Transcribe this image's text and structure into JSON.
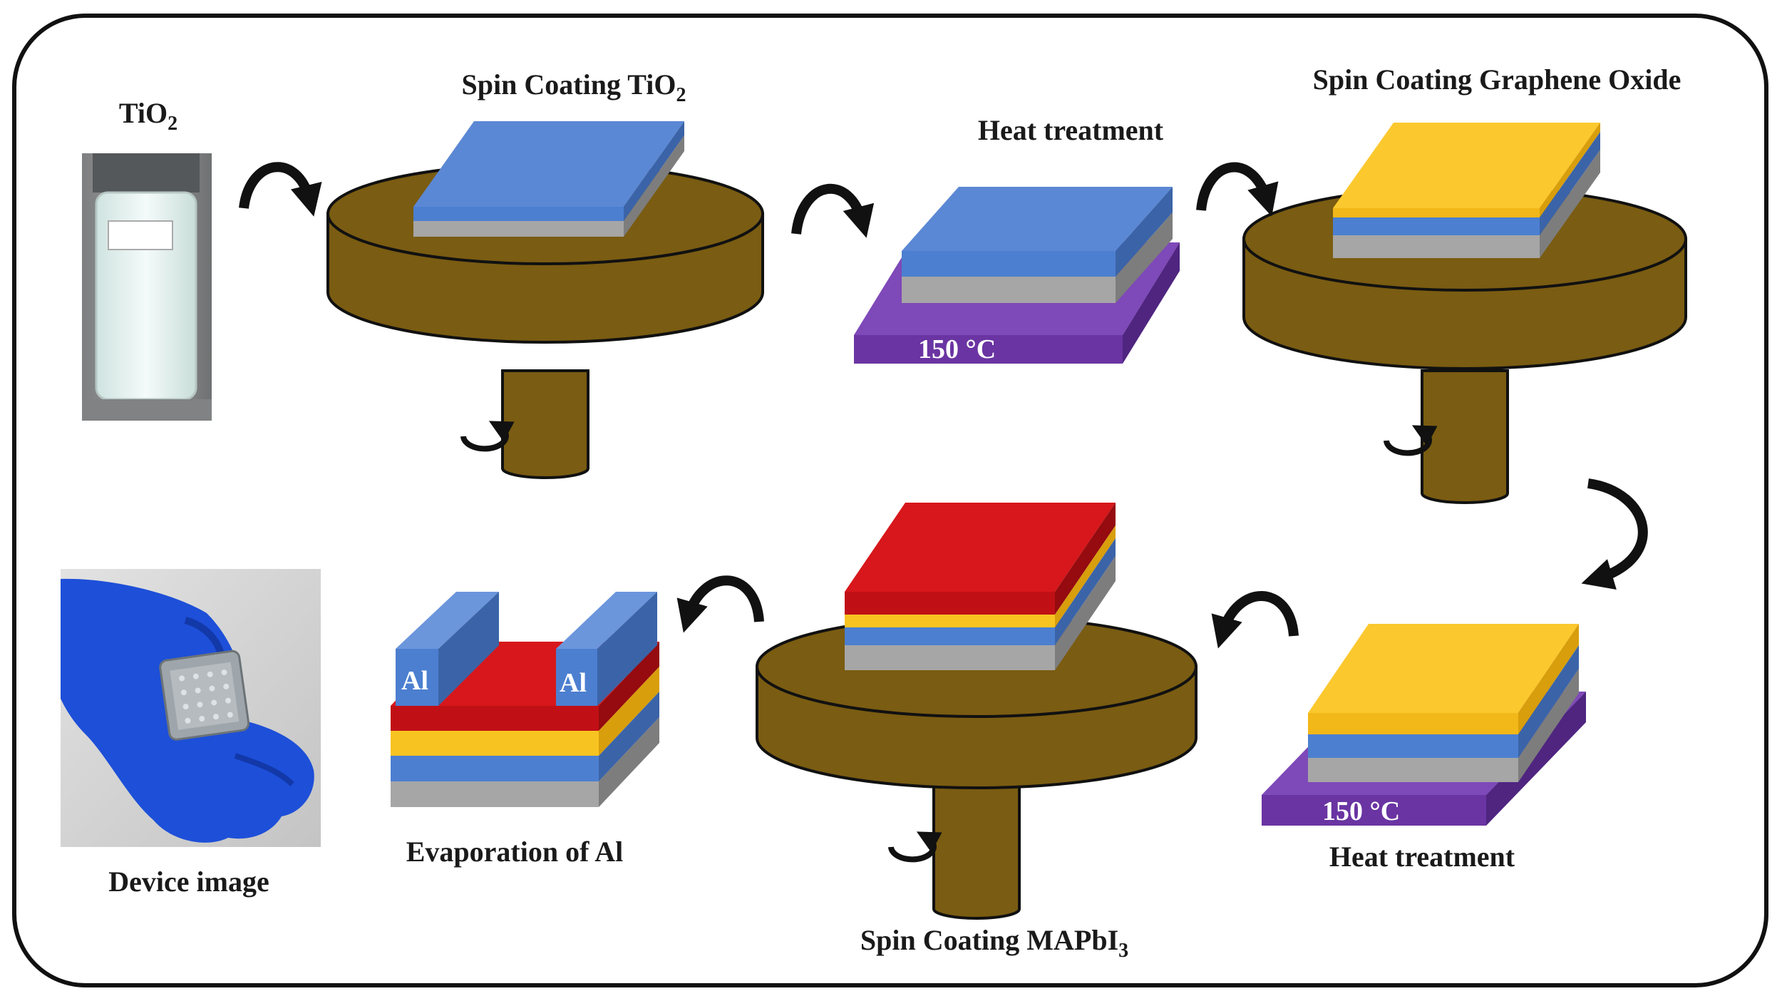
{
  "labels": {
    "tio2": "TiO",
    "tio2_sub": "2",
    "spin_tio2": "Spin Coating TiO",
    "spin_tio2_sub": "2",
    "heat_1": "Heat treatment",
    "spin_go": "Spin Coating Graphene Oxide",
    "heat_2": "Heat treatment",
    "spin_mapbi": "Spin Coating MAPbI",
    "spin_mapbi_sub": "3",
    "evap": "Evaporation of Al",
    "device": "Device image",
    "temp_1": "150 °C",
    "temp_2": "150 °C",
    "al_left": "Al",
    "al_right": "Al"
  },
  "colors": {
    "spin_platform": "#7a5c12",
    "hot_plate": "#6a34a2",
    "glass": "#a6a6a6",
    "tio2": "#4c7fd0",
    "graphene_oxide": "#f7c321",
    "mapbi3": "#d7171b",
    "aluminum": "#4c7fd0",
    "glove": "#1d4fd8",
    "arrow": "#111111",
    "frame": "#111111"
  },
  "icons": {
    "process_arrow": "curved-arrow-icon",
    "rotation": "rotation-arrow-icon",
    "vial_photo": "vial-photo",
    "device_photo": "device-photo"
  }
}
